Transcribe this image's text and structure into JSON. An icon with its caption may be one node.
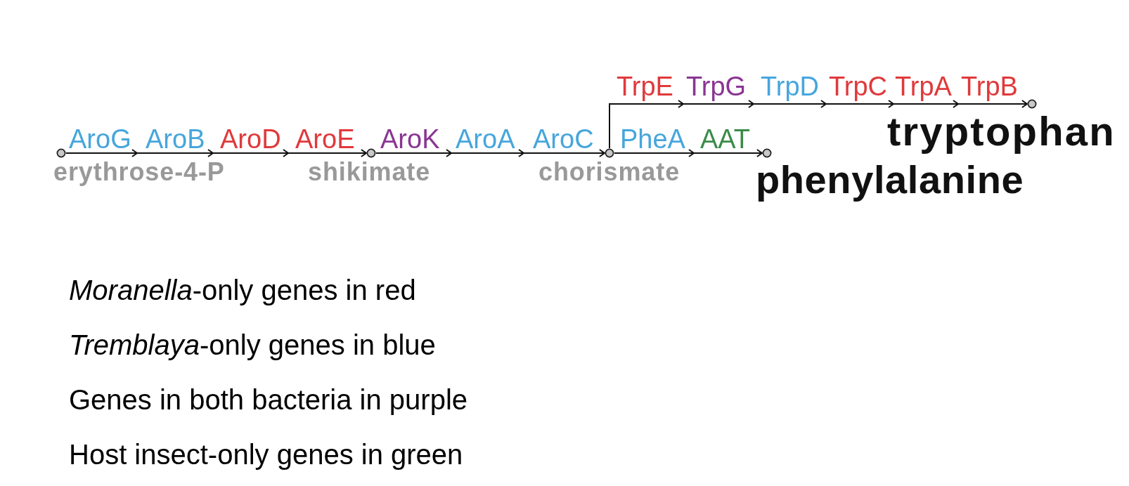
{
  "diagram": {
    "nodes": [
      {
        "text": [],
        "shape": "circle",
        "beside": [
          "erythrose-4-P"
        ]
      },
      {
        "text": [],
        "shape": "circle",
        "beside": [
          "shikimate"
        ]
      },
      {
        "text": [],
        "shape": "circle",
        "beside": [
          "chorismate"
        ]
      },
      {
        "text": [],
        "shape": "circle",
        "beside": [
          "phenylalanine"
        ]
      },
      {
        "text": [],
        "shape": "circle",
        "beside": [
          "tryptophan"
        ]
      }
    ],
    "edges": [
      {
        "from": 0,
        "to": 1,
        "arrow": "to"
      },
      {
        "from": 1,
        "to": 2,
        "arrow": "to"
      },
      {
        "from": 2,
        "to": 3,
        "arrow": "to"
      },
      {
        "from": 2,
        "to": 4,
        "arrow": "to"
      }
    ],
    "labels": [
      "AroG",
      "AroB",
      "AroD",
      "AroE",
      "AroK",
      "AroA",
      "AroC",
      "PheA",
      "AAT",
      "TrpE",
      "TrpG",
      "TrpD",
      "TrpC",
      "TrpA",
      "TrpB"
    ],
    "legend": [
      {
        "text": "*Moranella*-only genes in red"
      },
      {
        "text": "*Tremblaya*-only genes in blue"
      },
      {
        "text": "Genes in both bacteria in purple"
      },
      {
        "text": "Host insect-only genes in green"
      }
    ]
  }
}
